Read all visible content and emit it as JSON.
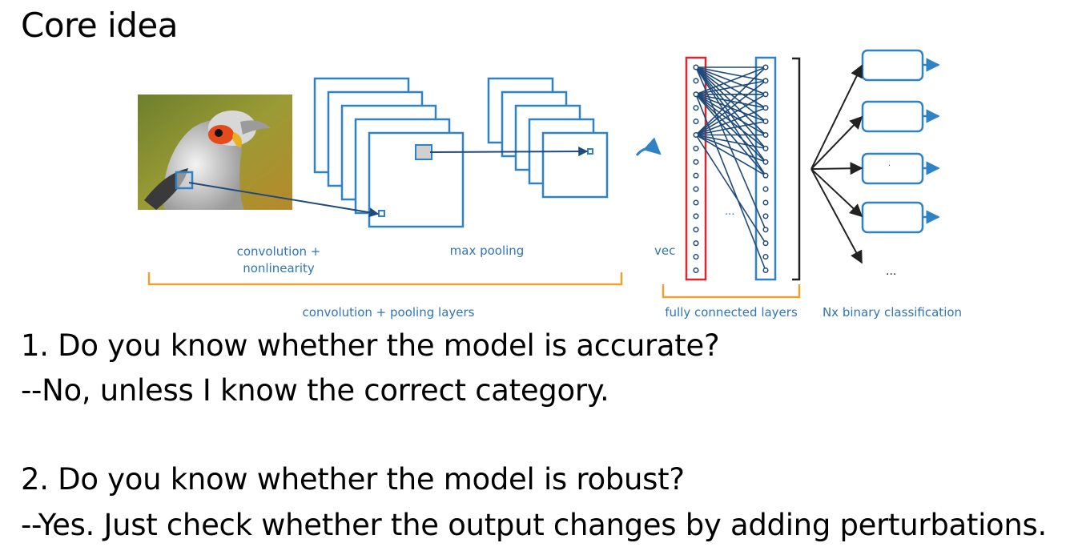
{
  "slide": {
    "title": "Core idea"
  },
  "diagram": {
    "labels": {
      "conv": "convolution +",
      "nonlin": "nonlinearity",
      "maxpool": "max pooling",
      "vec": "vec",
      "conv_pool_layers": "convolution + pooling layers",
      "fc_layers": "fully connected layers",
      "binary": "Nx binary classification",
      "dots_mid": "...",
      "dots_out": "...",
      "dot_small": "."
    },
    "colors": {
      "diagram_blue": "#2f83c4",
      "dark_blue": "#1f4a7a",
      "label_blue": "#2e76b5",
      "bracket_orange": "#f0a030",
      "vec_red": "#e0262c"
    },
    "image": "bird-photo-icon"
  },
  "questions": [
    {
      "q": "1. Do you know whether the model is accurate?",
      "a": "--No, unless I know the correct category."
    },
    {
      "q": "2. Do you know whether the model is robust?",
      "a": "--Yes. Just check whether the output changes by adding perturbations."
    }
  ]
}
